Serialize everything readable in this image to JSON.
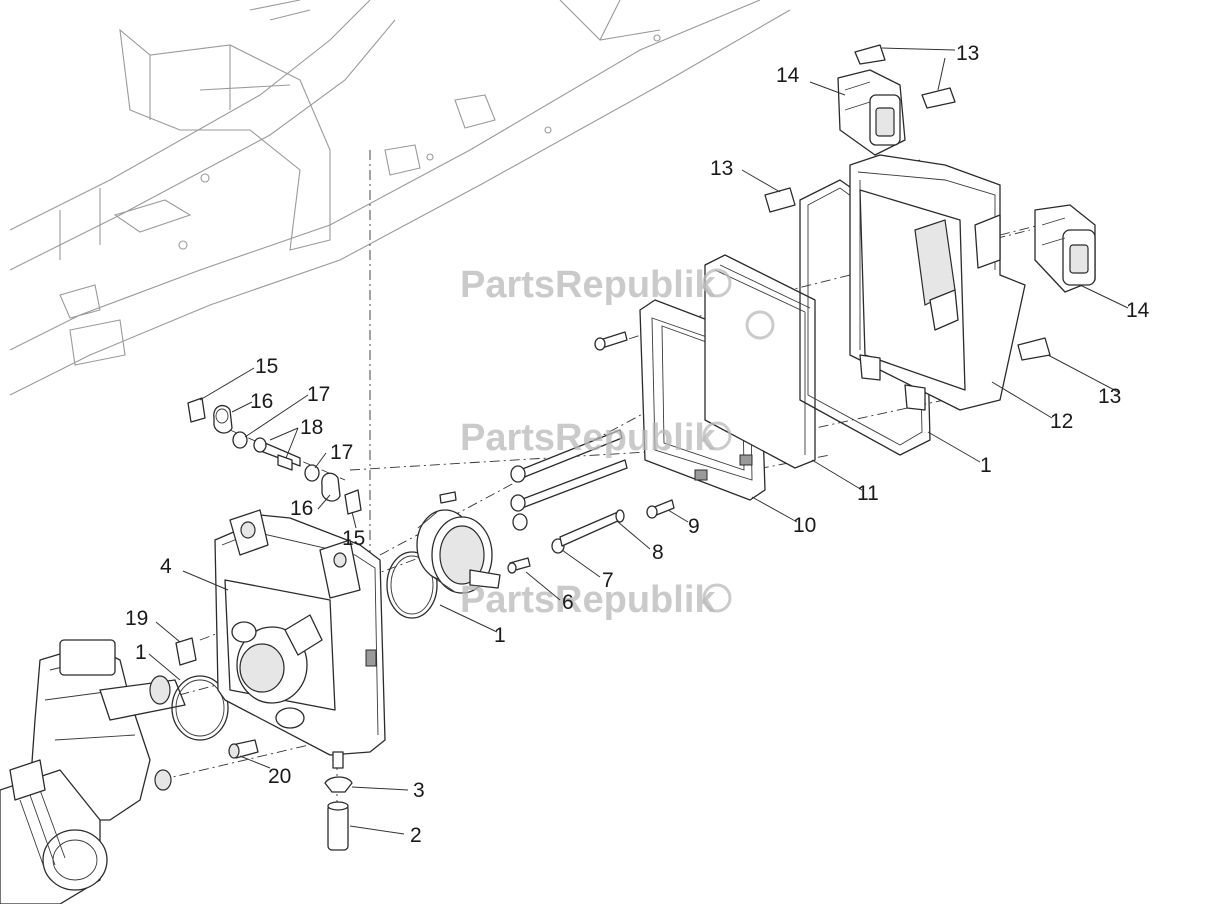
{
  "watermark": {
    "brand": "PartsRepublik"
  },
  "callouts": [
    {
      "id": "c13a",
      "number": "13"
    },
    {
      "id": "c14a",
      "number": "14"
    },
    {
      "id": "c13b",
      "number": "13"
    },
    {
      "id": "c14b",
      "number": "14"
    },
    {
      "id": "c13c",
      "number": "13"
    },
    {
      "id": "c12",
      "number": "12"
    },
    {
      "id": "c1a",
      "number": "1"
    },
    {
      "id": "c11",
      "number": "11"
    },
    {
      "id": "c10",
      "number": "10"
    },
    {
      "id": "c9",
      "number": "9"
    },
    {
      "id": "c8",
      "number": "8"
    },
    {
      "id": "c7",
      "number": "7"
    },
    {
      "id": "c6",
      "number": "6"
    },
    {
      "id": "c1b",
      "number": "1"
    },
    {
      "id": "c15a",
      "number": "15"
    },
    {
      "id": "c16a",
      "number": "16"
    },
    {
      "id": "c17a",
      "number": "17"
    },
    {
      "id": "c18",
      "number": "18"
    },
    {
      "id": "c17b",
      "number": "17"
    },
    {
      "id": "c16b",
      "number": "16"
    },
    {
      "id": "c15b",
      "number": "15"
    },
    {
      "id": "c4",
      "number": "4"
    },
    {
      "id": "c19",
      "number": "19"
    },
    {
      "id": "c1c",
      "number": "1"
    },
    {
      "id": "c20",
      "number": "20"
    },
    {
      "id": "c3",
      "number": "3"
    },
    {
      "id": "c2",
      "number": "2"
    }
  ]
}
